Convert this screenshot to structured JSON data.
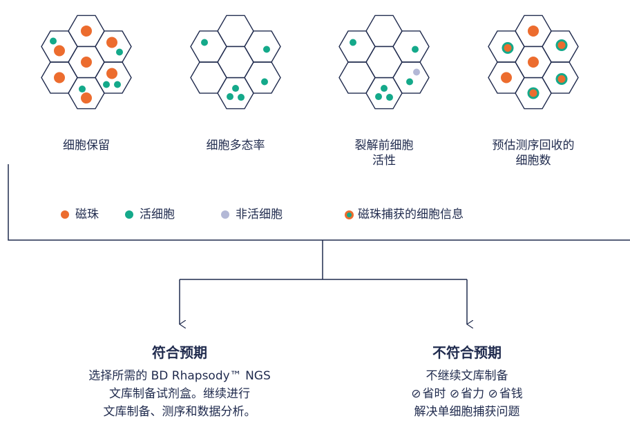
{
  "colors": {
    "navy": "#1f2a4d",
    "bead": "#ec6c2e",
    "live": "#14a98a",
    "dead": "#b3b8d6"
  },
  "panels": [
    {
      "label_lines": [
        "细胞保留"
      ]
    },
    {
      "label_lines": [
        "细胞多态率"
      ]
    },
    {
      "label_lines": [
        "裂解前细胞",
        "活性"
      ]
    },
    {
      "label_lines": [
        "预估测序回收的",
        "细胞数"
      ]
    }
  ],
  "legend": [
    {
      "icon": "bead-dot",
      "label": "磁珠"
    },
    {
      "icon": "live-cell-dot",
      "label": "活细胞"
    },
    {
      "icon": "dead-cell-dot",
      "label": "非活细胞"
    },
    {
      "icon": "captured-cell-dot",
      "label": "磁珠捕获的细胞信息"
    }
  ],
  "outcomes": {
    "meets": {
      "title": "符合预期",
      "lines": [
        "选择所需的 BD Rhapsody™ NGS",
        "文库制备试剂盒。继续进行",
        "文库制备、测序和数据分析。"
      ]
    },
    "fails": {
      "title": "不符合预期",
      "line1": "不继续文库制备",
      "checks": [
        "省时",
        "省力",
        "省钱"
      ],
      "line3": "解决单细胞捕获问题"
    }
  }
}
